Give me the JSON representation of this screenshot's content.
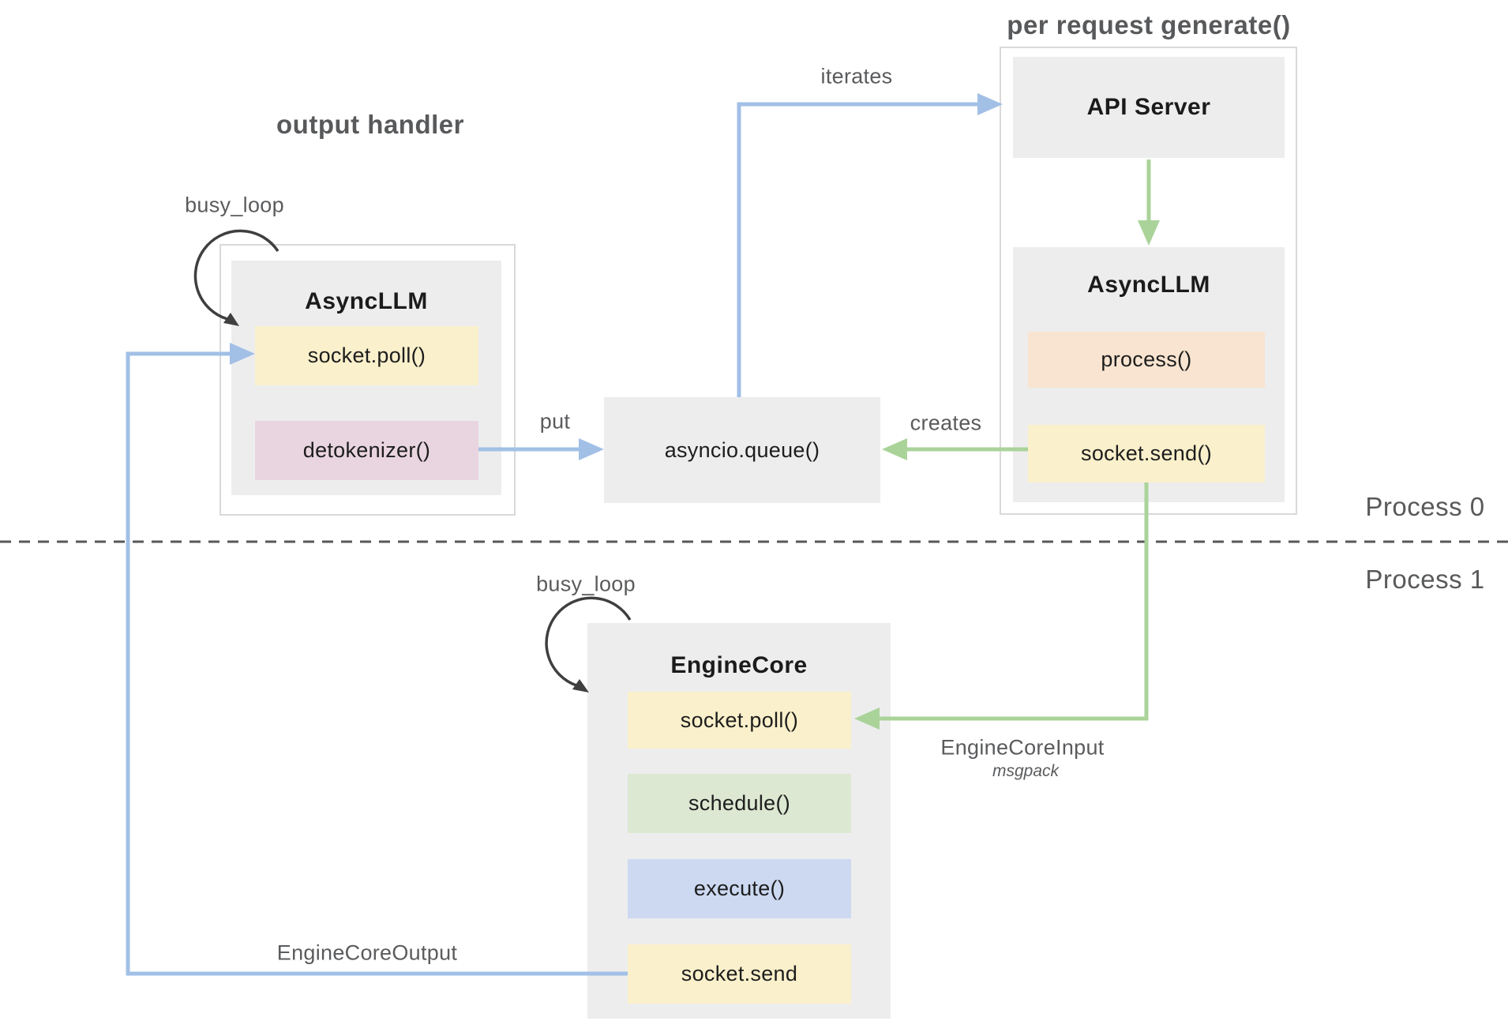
{
  "diagram": {
    "left": {
      "section_title": "output handler",
      "loop_label": "busy_loop",
      "box_title": "AsyncLLM",
      "method_poll": "socket.poll()",
      "method_detok": "detokenizer()"
    },
    "queue": {
      "label": "asyncio.queue()"
    },
    "right": {
      "section_title": "per request generate()",
      "api_server_title": "API Server",
      "box_title": "AsyncLLM",
      "method_process": "process()",
      "method_send": "socket.send()"
    },
    "engine": {
      "loop_label": "busy_loop",
      "box_title": "EngineCore",
      "method_poll": "socket.poll()",
      "method_schedule": "schedule()",
      "method_execute": "execute()",
      "method_send": "socket.send"
    },
    "edges": {
      "iterates": "iterates",
      "put": "put",
      "creates": "creates",
      "input": "EngineCoreInput",
      "input_format": "msgpack",
      "output": "EngineCoreOutput"
    },
    "processes": {
      "p0": "Process 0",
      "p1": "Process 1"
    },
    "colors": {
      "panel_gray": "#ededee",
      "outer_border": "#d9d9d9",
      "chip_yellow": "#faf0cb",
      "chip_pink": "#e9d5df",
      "chip_peach": "#f8e4d0",
      "chip_green": "#dce8d2",
      "chip_blue": "#ccd9f1",
      "arrow_blue": "#a2c0e6",
      "arrow_green": "#aad399",
      "loop_arrow_dark": "#3f3f3f",
      "label_gray": "#58595b",
      "text_dark": "#1d1d1d"
    }
  }
}
